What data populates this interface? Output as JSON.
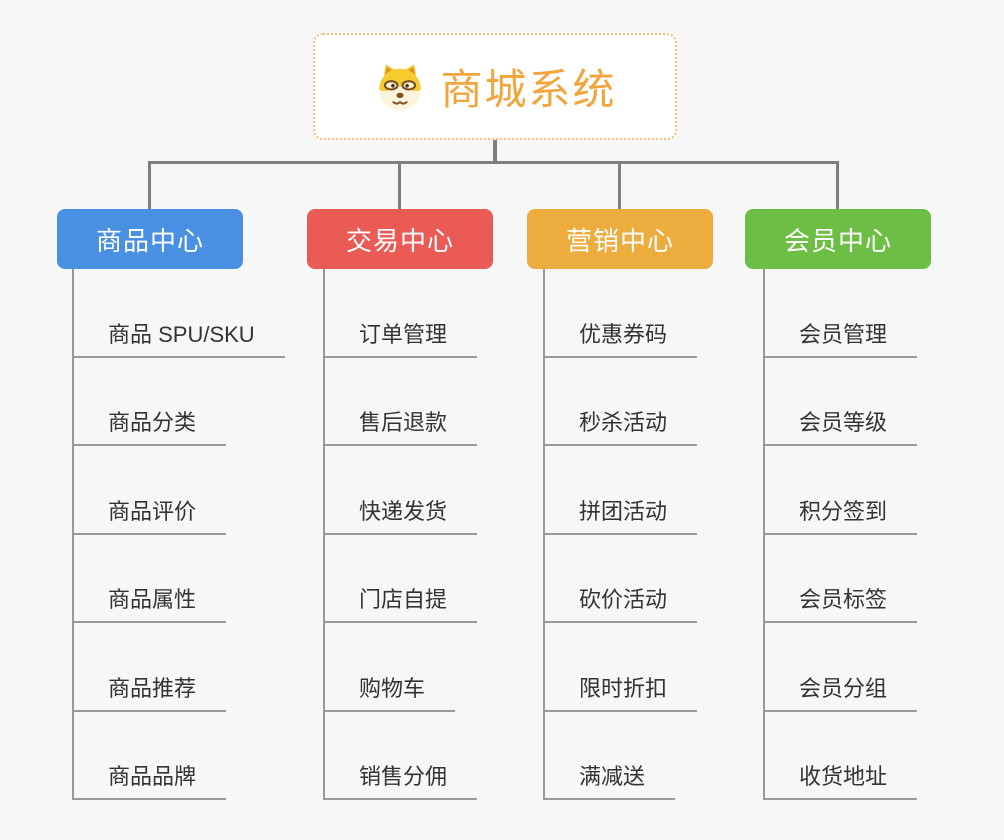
{
  "root": {
    "title": "商城系统",
    "icon": "dog-face-icon",
    "text_color": "#F0A63C",
    "border_color": "#F5C178"
  },
  "branches": [
    {
      "label": "商品中心",
      "color": "#4A90E2",
      "children": [
        "商品 SPU/SKU",
        "商品分类",
        "商品评价",
        "商品属性",
        "商品推荐",
        "商品品牌"
      ]
    },
    {
      "label": "交易中心",
      "color": "#EA5B55",
      "children": [
        "订单管理",
        "售后退款",
        "快递发货",
        "门店自提",
        "购物车",
        "销售分佣"
      ]
    },
    {
      "label": "营销中心",
      "color": "#ECAD3E",
      "children": [
        "优惠券码",
        "秒杀活动",
        "拼团活动",
        "砍价活动",
        "限时折扣",
        "满减送"
      ]
    },
    {
      "label": "会员中心",
      "color": "#6DBE45",
      "children": [
        "会员管理",
        "会员等级",
        "积分签到",
        "会员标签",
        "会员分组",
        "收货地址"
      ]
    }
  ],
  "colors": {
    "background": "#F7F7F7",
    "connector": "#7F7F7F",
    "subline": "#999999",
    "item_text": "#333333"
  }
}
